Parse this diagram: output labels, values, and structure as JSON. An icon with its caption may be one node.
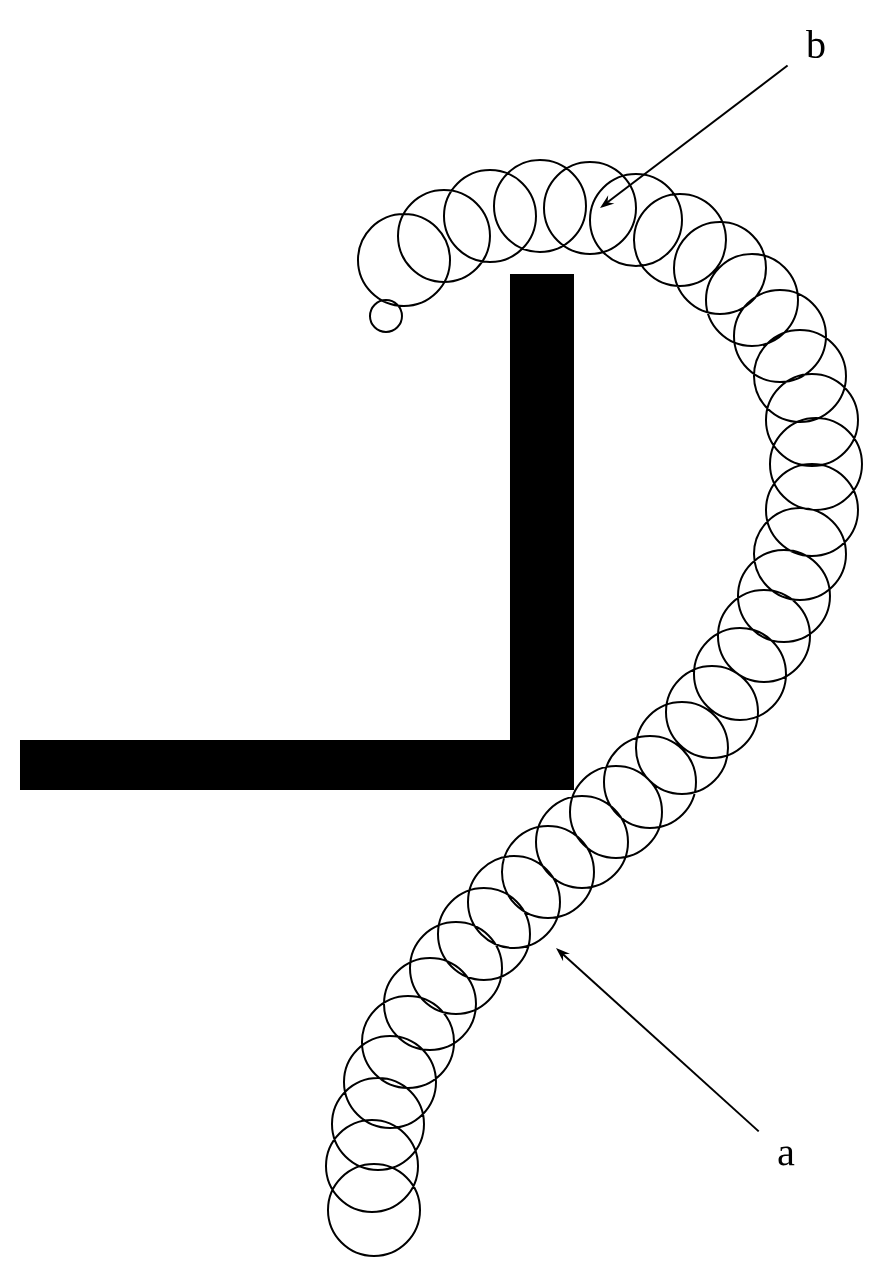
{
  "diagram": {
    "nodes": [
      {
        "text": [
          "b"
        ]
      },
      {
        "text": [
          "a"
        ]
      }
    ],
    "edges": [
      {
        "from": 0,
        "to": null,
        "arrow": "to"
      },
      {
        "from": 1,
        "to": null,
        "arrow": "to"
      }
    ]
  }
}
